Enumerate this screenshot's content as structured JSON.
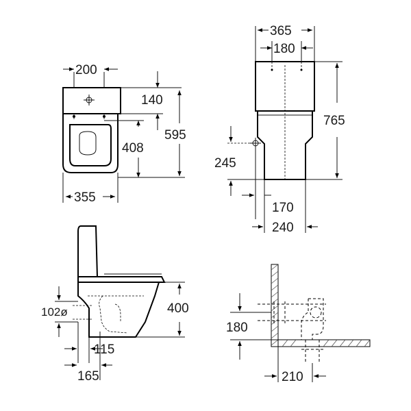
{
  "views": {
    "top": {
      "dims": {
        "cistern_holes": "200",
        "bowl_width": "355",
        "front_to_holes": "140",
        "holes_to_back": "408",
        "overall_depth": "595"
      }
    },
    "front": {
      "dims": {
        "cistern_width": "365",
        "cistern_holes": "180",
        "overall_height": "765",
        "supply_height": "245",
        "supply_offset": "170",
        "base_width": "240"
      }
    },
    "side": {
      "dims": {
        "outlet_diameter": "102ø",
        "seat_height": "400",
        "outlet_to_floor": "115",
        "back_to_outlet": "165"
      }
    },
    "outlet_detail": {
      "dims": {
        "outlet_height": "180",
        "wall_to_outlet": "210"
      }
    }
  }
}
